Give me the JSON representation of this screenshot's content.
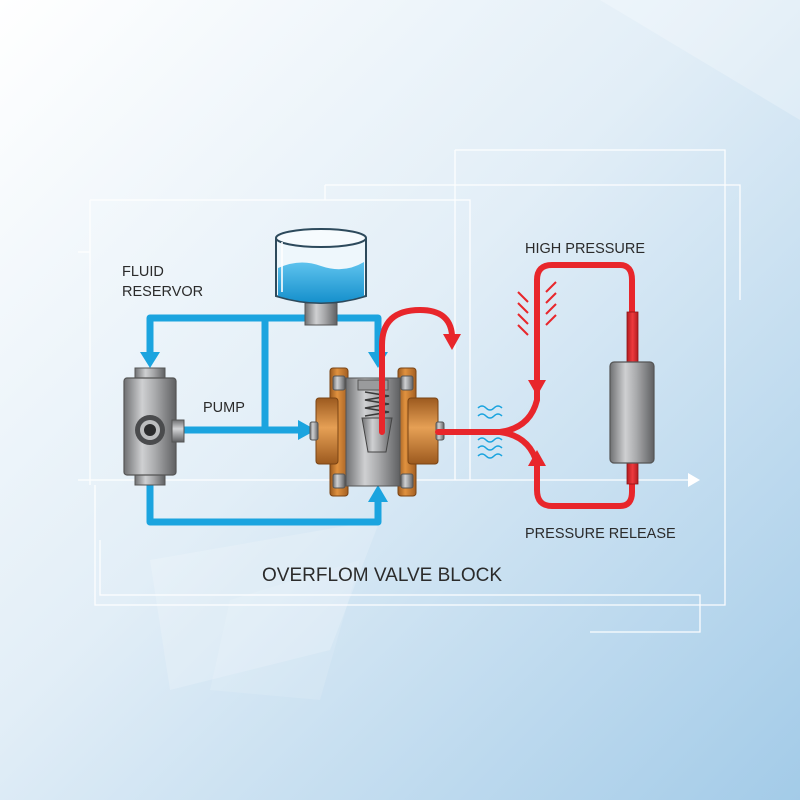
{
  "labels": {
    "reservoir_line1": "FLUID",
    "reservoir_line2": "RESERVOR",
    "pump": "PUMP",
    "high_pressure": "HIGH PRESSURE",
    "pressure_release": "PRESSURE RELEASE",
    "block_title": "OVERFLOM VALVE BLOCK"
  },
  "colors": {
    "fluid_line": "#1ba4df",
    "high_pressure_line": "#e8262b",
    "valve_body": "#cf7a2d",
    "metal": "#8e8f91",
    "background_top": "#ffffff",
    "background_bottom": "#a9cfe9",
    "frame_line": "#ffffff",
    "text": "#2b2b2b"
  },
  "icons": [
    "tank-icon",
    "pump-icon",
    "valve-icon",
    "spring-icon",
    "cylinder-icon",
    "wave-icon",
    "hatch-icon",
    "arrow-icon"
  ]
}
